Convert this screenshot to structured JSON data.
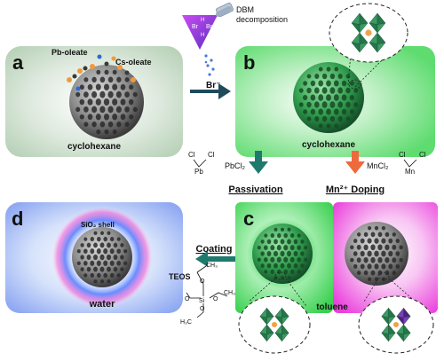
{
  "panels": {
    "a": {
      "letter": "a",
      "solvent": "cyclohexane",
      "precursor_pb": "Pb-oleate",
      "precursor_cs": "Cs-oleate"
    },
    "b": {
      "letter": "b",
      "solvent": "cyclohexane"
    },
    "c": {
      "letter": "c",
      "solvent": "toluene"
    },
    "d": {
      "letter": "d",
      "solvent": "water",
      "shell": "SiO₂ shell"
    }
  },
  "steps": {
    "dbm": {
      "label_line1": "DBM",
      "label_line2": "decomposition",
      "product": "Br⁻",
      "br_left": "Br",
      "br_right": "Br",
      "h_top": "H",
      "h_bottom": "H"
    },
    "passivation": {
      "label": "Passivation",
      "reagent": "PbCl₂",
      "struct_cl_left": "Cl",
      "struct_cl_right": "Cl",
      "struct_metal": "Pb"
    },
    "doping": {
      "label": "Mn²⁺ Doping",
      "reagent": "MnCl₂",
      "struct_cl_left": "Cl",
      "struct_cl_right": "Cl",
      "struct_metal": "Mn"
    },
    "coating": {
      "label": "Coating",
      "reagent": "TEOS",
      "si": "Si",
      "o_top": "O",
      "o_bottom": "O",
      "o_left": "O",
      "o_right": "O",
      "ch3_top": "CH₃",
      "ch3_right": "CH₃",
      "ch3_bottom": "H₃C"
    }
  },
  "colors": {
    "green": "#3fd45a",
    "gray_green": "#cfe0cf",
    "pink": "#ee44e0",
    "blue": "#6e8ff0",
    "arrow_dark": "#1f4a5c",
    "arrow_teal": "#1f7a6e",
    "arrow_orange": "#ee6a3c",
    "beaker": "#7a3fc8",
    "octahedron": "#3a9a62",
    "octahedron_mn": "#7a3fb8",
    "cs_atom": "#f2a24a"
  }
}
